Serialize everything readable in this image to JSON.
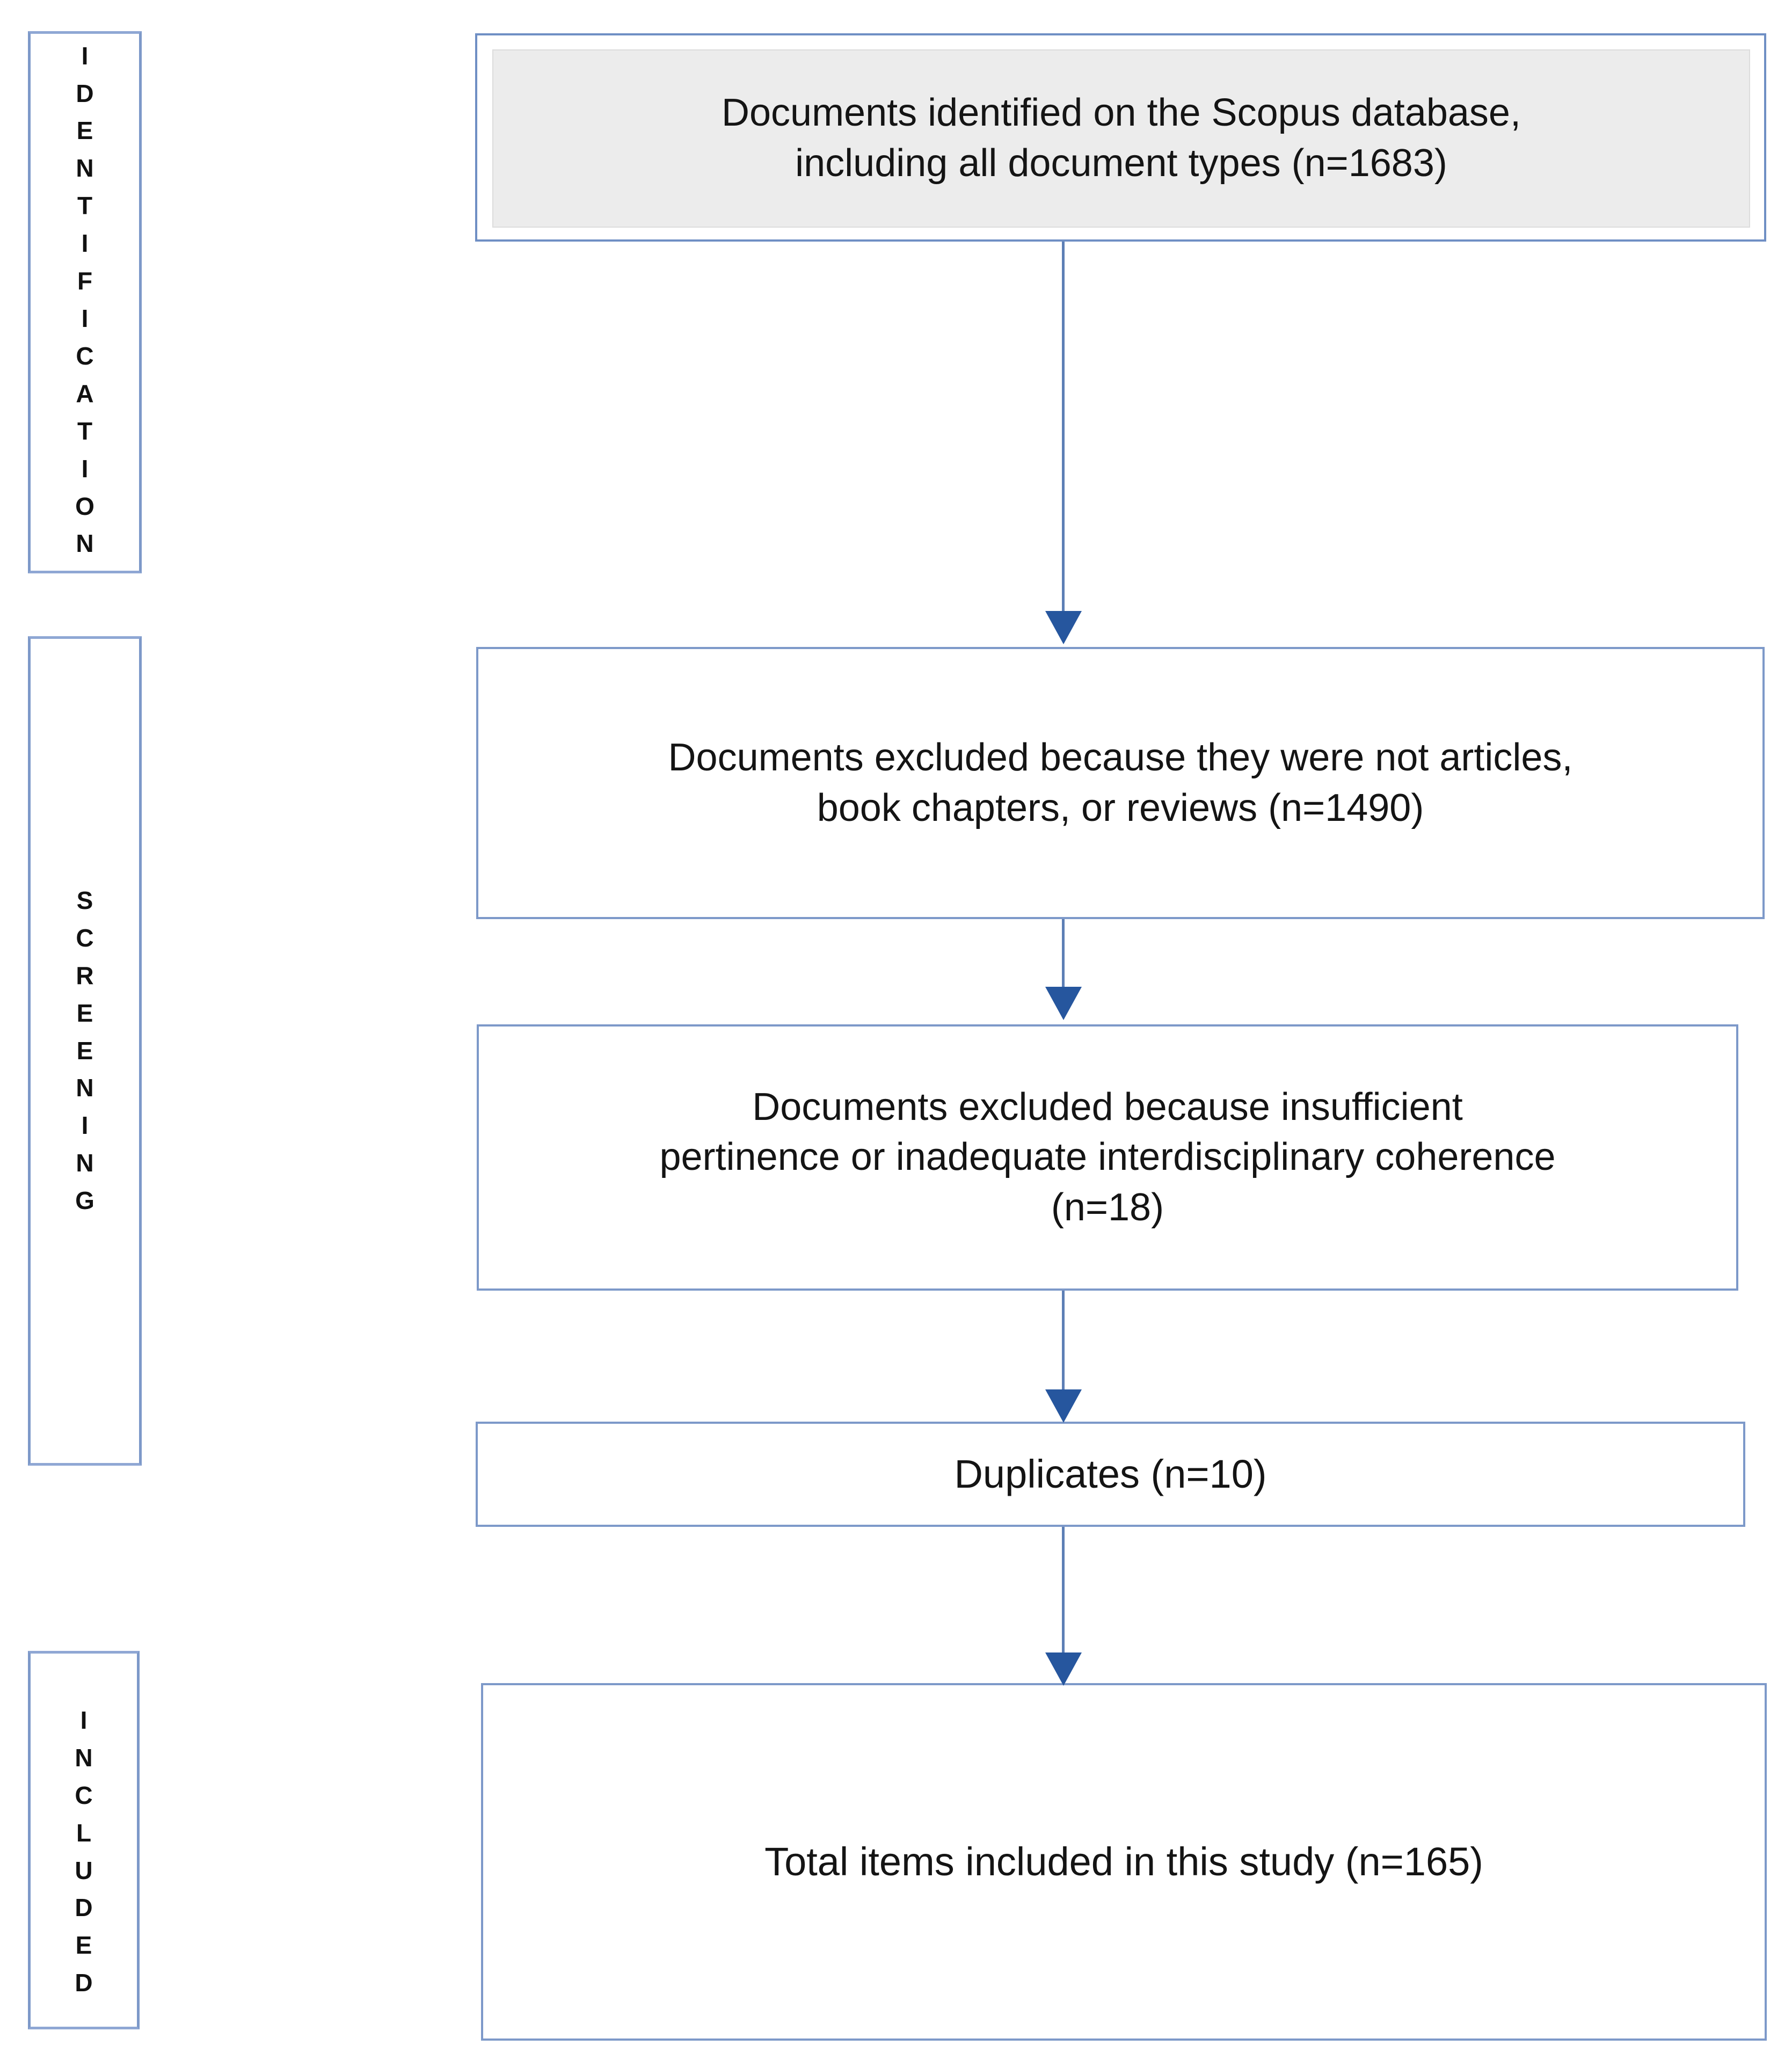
{
  "diagram": {
    "title": "PRISMA study selection flow diagram",
    "colors": {
      "box_border": "#7d99c9",
      "node_border": "#6f8fc4",
      "inner_panel_fill": "#ececec",
      "connector": "#5d7fb5",
      "arrowhead": "#26569e",
      "text": "#141414",
      "background": "#ffffff"
    }
  },
  "stages": [
    {
      "id": "identification",
      "label": "IDENTIFICATION",
      "letters": [
        "I",
        "D",
        "E",
        "N",
        "T",
        "I",
        "F",
        "I",
        "C",
        "A",
        "T",
        "I",
        "O",
        "N"
      ]
    },
    {
      "id": "screening",
      "label": "SCREENING",
      "letters": [
        "S",
        "C",
        "R",
        "E",
        "E",
        "N",
        "I",
        "N",
        "G"
      ]
    },
    {
      "id": "included",
      "label": "INCLUDED",
      "letters": [
        "I",
        "N",
        "C",
        "L",
        "U",
        "D",
        "E",
        "D"
      ]
    }
  ],
  "nodes": [
    {
      "id": "identified",
      "stage": "identification",
      "text": "Documents identified on the Scopus database,\ninclude all  document types (n=1683)",
      "full_text": "Documents identified on the Scopus database, including all  document types (n=1683)",
      "count_label": "n=1683",
      "count": 1683,
      "style": "gray-inner-panel"
    },
    {
      "id": "excluded-type",
      "stage": "screening",
      "text": "Documents excluded because they were not articles,\nbook chapters, or reviews (n=1490)",
      "count_label": "n=1490",
      "count": 1490,
      "style": "plain"
    },
    {
      "id": "excluded-scope",
      "stage": "screening",
      "text": "Documents excluded because insufficient\npertinence or inadequate interdisciplinary coherence\n(n=18)",
      "count_label": "n=18",
      "count": 18,
      "style": "plain"
    },
    {
      "id": "duplicates",
      "stage": "screening",
      "text": "Duplicates (n=10)",
      "count_label": "n=10",
      "count": 10,
      "style": "plain"
    },
    {
      "id": "included-total",
      "stage": "included",
      "text": "Total items included in this study (n=165)",
      "count_label": "n=165",
      "count": 165,
      "style": "plain"
    }
  ],
  "node_text": {
    "identified": "Documents identified on the Scopus database,\nincluding all  document types (n=1683)",
    "excluded_type": "Documents excluded because they were not articles,\nbook chapters, or reviews (n=1490)",
    "excluded_scope": "Documents excluded because insufficient\npertinence or inadequate interdisciplinary coherence\n(n=18)",
    "duplicates": "Duplicates (n=10)",
    "included_total": "Total items included in this study (n=165)"
  },
  "connectors": [
    {
      "id": "conn-1",
      "from": "identified",
      "to": "excluded-type",
      "direction": "down",
      "arrowhead": true
    },
    {
      "id": "conn-2",
      "from": "excluded-type",
      "to": "excluded-scope",
      "direction": "down",
      "arrowhead": true
    },
    {
      "id": "conn-3",
      "from": "excluded-scope",
      "to": "duplicates",
      "direction": "down",
      "arrowhead": true
    },
    {
      "id": "conn-4",
      "from": "duplicates",
      "to": "included-total",
      "direction": "down",
      "arrowhead": true
    }
  ]
}
